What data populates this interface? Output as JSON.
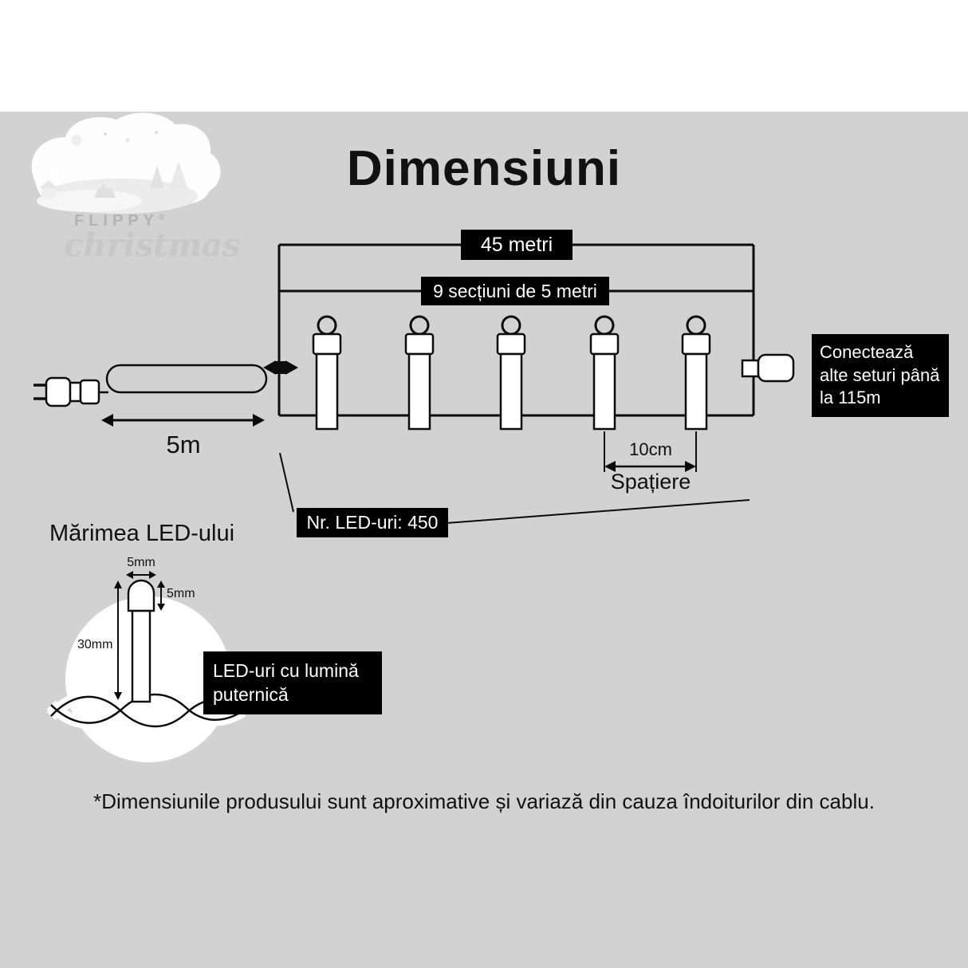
{
  "colors": {
    "background": "#d2d2d2",
    "top_band": "#ffffff",
    "line": "#0c0c0c",
    "box_bg": "#000000",
    "box_text": "#ffffff",
    "logo_text": "#b3b3b3"
  },
  "header": {
    "title": "Dimensiuni"
  },
  "logo": {
    "name": "FLIPPY",
    "reg": "®",
    "script": "christmas"
  },
  "string_diagram": {
    "total_label": "45 metri",
    "sections_label": "9 secțiuni de 5 metri",
    "lead_label": "5m",
    "spacing_value": "10cm",
    "spacing_caption": "Spațiere",
    "connector_note": "Conectează alte seturi până la 115m",
    "led_count": "Nr. LED-uri: 450"
  },
  "led_detail": {
    "heading": "Mărimea LED-ului",
    "tip_width": "5mm",
    "tip_height": "5mm",
    "body_height": "30mm",
    "callout": "LED-uri cu lumină puternică"
  },
  "footnote": "*Dimensiunile produsului sunt aproximative și variază din cauza îndoiturilor din cablu."
}
